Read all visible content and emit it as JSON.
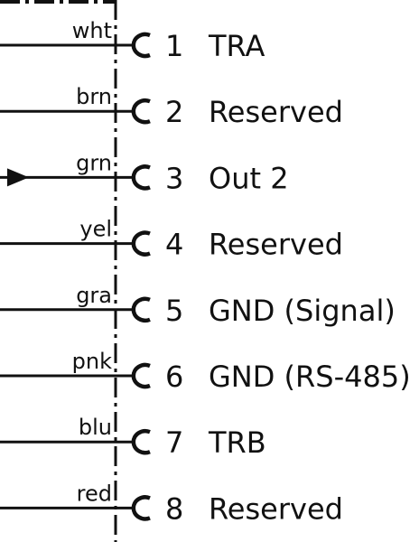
{
  "pins": [
    {
      "number": "1",
      "wire": "wht",
      "signal": "TRA",
      "arrow": false
    },
    {
      "number": "2",
      "wire": "brn",
      "signal": "Reserved",
      "arrow": false
    },
    {
      "number": "3",
      "wire": "grn",
      "signal": "Out 2",
      "arrow": true
    },
    {
      "number": "4",
      "wire": "yel",
      "signal": "Reserved",
      "arrow": false
    },
    {
      "number": "5",
      "wire": "gra",
      "signal": "GND (Signal)",
      "arrow": false
    },
    {
      "number": "6",
      "wire": "pnk",
      "signal": "GND (RS-485)",
      "arrow": false
    },
    {
      "number": "7",
      "wire": "blu",
      "signal": "TRB",
      "arrow": false
    },
    {
      "number": "8",
      "wire": "red",
      "signal": "Reserved",
      "arrow": false
    }
  ]
}
